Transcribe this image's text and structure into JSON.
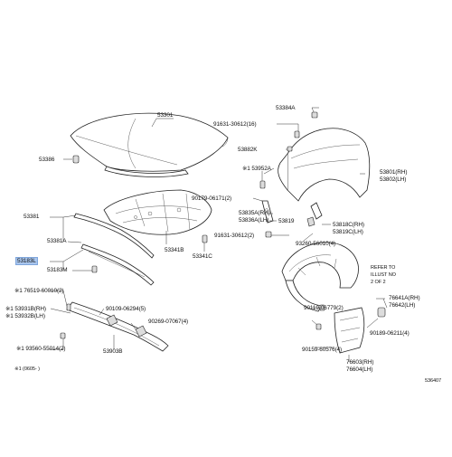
{
  "diagram": {
    "code": "536407",
    "footnote": "※1 (0605-   )",
    "refer_note": [
      "REFER TO",
      "ILLUST NO",
      "2 OF 2"
    ],
    "labels": {
      "p53301": "53301",
      "p53386": "53386",
      "p53381": "53381",
      "p53381A": "53381A",
      "p53183L": "53183L",
      "p53183M": "53183M",
      "p53341B": "53341B",
      "p53341C": "53341C",
      "p53384A": "53384A",
      "p91631a": "91631-30612(16)",
      "p53882K": "53882K",
      "p53952A": "※1 53952A",
      "p53801": "53801(RH)",
      "p53802": "53802(LH)",
      "p90179": "90179-06171(2)",
      "p53835A": "53835A(RH)",
      "p53836A": "53836A(LH)",
      "p53819": "53819",
      "p53818C": "53818C(RH)",
      "p53819C": "53819C(LH)",
      "p91631b": "91631-30612(2)",
      "p93260": "93260-56010(4)",
      "p76519": "※1 76519-60010(2)",
      "p53931B": "※1 53931B(RH)",
      "p53932B": "※1 53932B(LH)",
      "p90109": "90109-06294(5)",
      "p90269": "90269-07067(4)",
      "p93560": "※1 93560-55014(2)",
      "p53903B": "53903B",
      "p90119": "90119-06779(2)",
      "p76641A": "76641A(RH)",
      "p76642": "76642(LH)",
      "p90189": "90189-06211(4)",
      "p90159": "90159-60576(4)",
      "p76603": "76603(RH)",
      "p76604": "76604(LH)"
    }
  }
}
